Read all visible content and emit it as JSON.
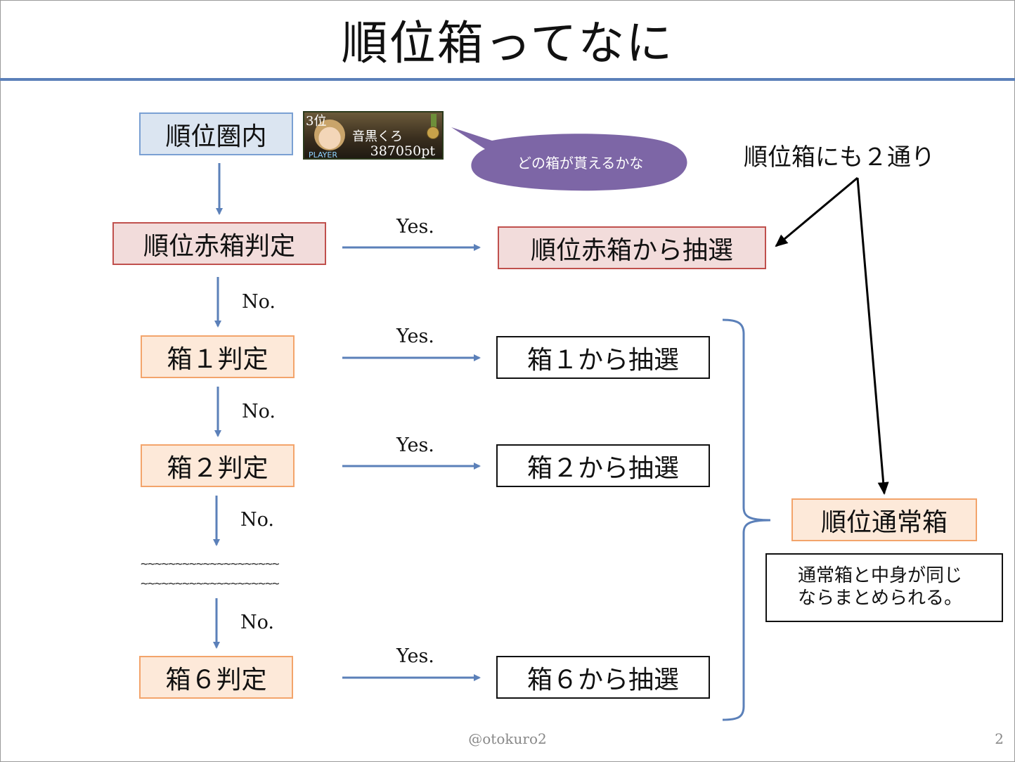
{
  "title": "順位箱ってなに",
  "player_card": {
    "rank": "3位",
    "name": "音黒くろ",
    "points": "387050pt",
    "role": "PLAYER"
  },
  "speech_bubble": "どの箱が貰えるかな",
  "nodes": {
    "in_rank": "順位圏内",
    "red_check": "順位赤箱判定",
    "red_draw": "順位赤箱から抽選",
    "box1_check": "箱１判定",
    "box1_draw": "箱１から抽選",
    "box2_check": "箱２判定",
    "box2_draw": "箱２から抽選",
    "box6_check": "箱６判定",
    "box6_draw": "箱６から抽選",
    "normal_box": "順位通常箱"
  },
  "edge_labels": {
    "yes": "Yes.",
    "no": "No."
  },
  "ellipsis_lines": [
    "~~~~~~~~~~~~~~~~~~~~",
    "~~~~~~~~~~~~~~~~~~~~"
  ],
  "two_ways": "順位箱にも２通り",
  "note": [
    "通常箱と中身が同じ",
    "ならまとめられる。"
  ],
  "footer": "@otokuro2",
  "page_number": "2",
  "colors": {
    "accent_blue": "#5b80b9",
    "bubble_purple": "#7d66a6",
    "red_border": "#c0504d",
    "orange_border": "#f3a46b"
  }
}
